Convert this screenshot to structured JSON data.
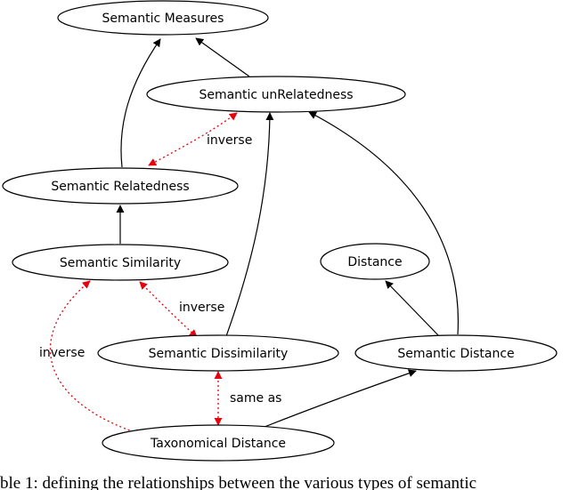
{
  "nodes": {
    "semantic_measures": "Semantic Measures",
    "semantic_unrelatedness": "Semantic unRelatedness",
    "semantic_relatedness": "Semantic Relatedness",
    "semantic_similarity": "Semantic Similarity",
    "distance": "Distance",
    "semantic_dissimilarity": "Semantic Dissimilarity",
    "semantic_distance": "Semantic Distance",
    "taxonomical_distance": "Taxonomical Distance"
  },
  "edge_labels": {
    "inverse_relatedness_unrelatedness": "inverse",
    "inverse_similarity_dissimilarity": "inverse",
    "inverse_similarity_taxonomical": "inverse",
    "same_as_dissimilarity_taxonomical": "same as"
  },
  "caption": "ble 1: defining the relationships between the various types of semantic",
  "colors": {
    "is_a_edge": "#000000",
    "relation_edge": "#e8000b"
  }
}
